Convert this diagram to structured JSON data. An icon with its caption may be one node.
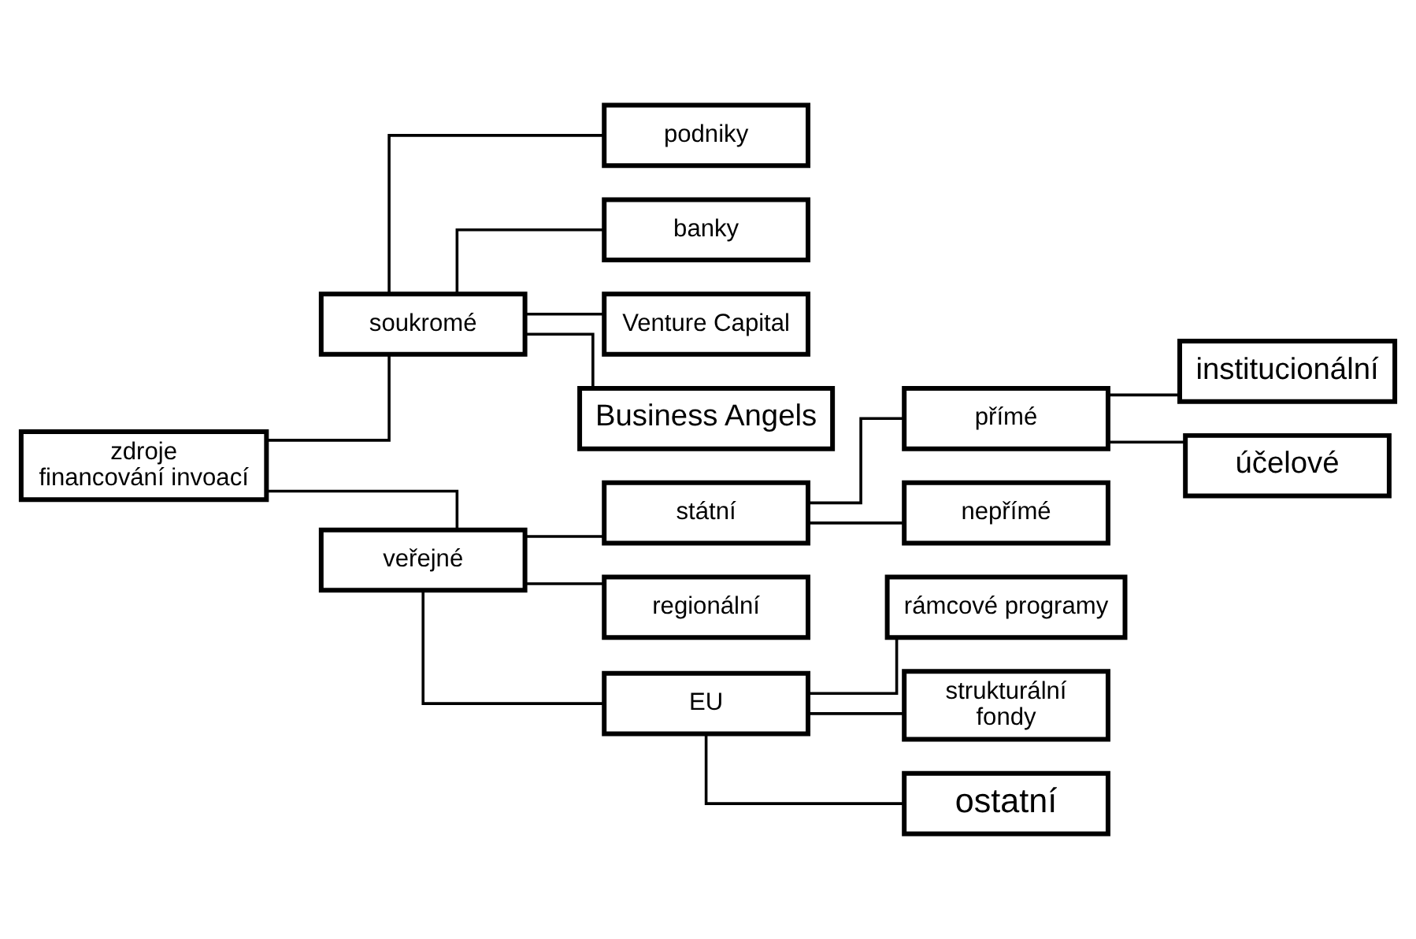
{
  "diagram": {
    "nodes": [
      {
        "text": [
          "zdroje financování invoací"
        ]
      },
      {
        "text": [
          "soukromé"
        ]
      },
      {
        "text": [
          "podniky"
        ]
      },
      {
        "text": [
          "banky"
        ]
      },
      {
        "text": [
          "Venture Capital"
        ]
      },
      {
        "text": [
          "Business Angels"
        ]
      },
      {
        "text": [
          "veřejné"
        ]
      },
      {
        "text": [
          "státní"
        ]
      },
      {
        "text": [
          "regionální"
        ]
      },
      {
        "text": [
          "EU"
        ]
      },
      {
        "text": [
          "přímé"
        ]
      },
      {
        "text": [
          "nepřímé"
        ]
      },
      {
        "text": [
          "institucionální"
        ]
      },
      {
        "text": [
          "účelové"
        ]
      },
      {
        "text": [
          "rámcové programy"
        ]
      },
      {
        "text": [
          "strukturální fondy"
        ]
      },
      {
        "text": [
          "ostatní"
        ]
      }
    ],
    "edges": [
      {
        "from": 0,
        "to": 1,
        "arrow": "none"
      },
      {
        "from": 0,
        "to": 6,
        "arrow": "none"
      },
      {
        "from": 1,
        "to": 2,
        "arrow": "none"
      },
      {
        "from": 1,
        "to": 3,
        "arrow": "none"
      },
      {
        "from": 1,
        "to": 4,
        "arrow": "none"
      },
      {
        "from": 1,
        "to": 5,
        "arrow": "none"
      },
      {
        "from": 6,
        "to": 7,
        "arrow": "none"
      },
      {
        "from": 6,
        "to": 8,
        "arrow": "none"
      },
      {
        "from": 6,
        "to": 9,
        "arrow": "none"
      },
      {
        "from": 7,
        "to": 10,
        "arrow": "none"
      },
      {
        "from": 7,
        "to": 11,
        "arrow": "none"
      },
      {
        "from": 10,
        "to": 12,
        "arrow": "none"
      },
      {
        "from": 10,
        "to": 13,
        "arrow": "none"
      },
      {
        "from": 9,
        "to": 14,
        "arrow": "none"
      },
      {
        "from": 9,
        "to": 15,
        "arrow": "none"
      },
      {
        "from": 9,
        "to": 16,
        "arrow": "none"
      }
    ]
  }
}
